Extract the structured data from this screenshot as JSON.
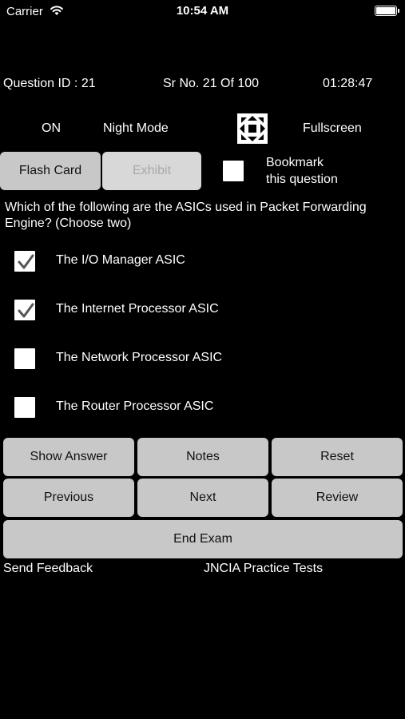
{
  "status_bar": {
    "carrier": "Carrier",
    "time": "10:54 AM"
  },
  "header": {
    "question_id": "Question ID : 21",
    "serial": "Sr No. 21 Of 100",
    "timer": "01:28:47"
  },
  "mode": {
    "state": "ON",
    "label": "Night Mode",
    "fullscreen_label": "Fullscreen"
  },
  "toolbar": {
    "flash_card": "Flash Card",
    "exhibit": "Exhibit",
    "bookmark_line1": "Bookmark",
    "bookmark_line2": "this question"
  },
  "question": {
    "text": "Which of the following are the ASICs used in Packet Forwarding Engine? (Choose two)",
    "options": [
      {
        "label": "The I/O Manager ASIC",
        "checked": true
      },
      {
        "label": "The Internet Processor ASIC",
        "checked": true
      },
      {
        "label": "The Network Processor ASIC",
        "checked": false
      },
      {
        "label": "The Router Processor ASIC",
        "checked": false
      }
    ]
  },
  "actions": {
    "show_answer": "Show Answer",
    "notes": "Notes",
    "reset": "Reset",
    "previous": "Previous",
    "next": "Next",
    "review": "Review",
    "end_exam": "End Exam"
  },
  "footer": {
    "feedback": "Send Feedback",
    "app_name": "JNCIA Practice Tests"
  },
  "colors": {
    "background": "#000000",
    "button": "#c8c8c8",
    "text": "#ffffff"
  }
}
